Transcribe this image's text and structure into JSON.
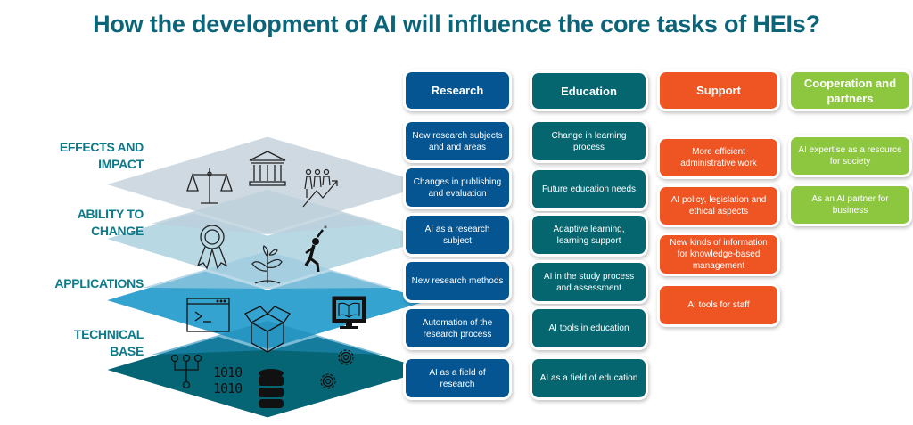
{
  "title": "How the development of AI will influence the core tasks of HEIs?",
  "colors": {
    "title": "#0b6478",
    "layer_label": "#0b7a8a",
    "research": "#045591",
    "education": "#05666f",
    "support": "#ef5423",
    "cooperation": "#8dc63f",
    "layer_effects": "#cfd9e1",
    "layer_ability": "#b8d8e4",
    "layer_applications": "#34a3cf",
    "layer_technical": "#066575"
  },
  "layers": [
    {
      "label_line1": "EFFECTS AND",
      "label_line2": "IMPACT",
      "icons": [
        "scales-of-justice-icon",
        "institution-building-icon",
        "people-growth-chart-icon"
      ]
    },
    {
      "label_line1": "ABILITY TO",
      "label_line2": "CHANGE",
      "icons": [
        "award-ribbon-icon",
        "growing-plant-icon",
        "reaching-star-person-icon"
      ]
    },
    {
      "label_line1": "APPLICATIONS",
      "label_line2": "",
      "icons": [
        "terminal-window-icon",
        "open-box-icon",
        "monitor-book-icon"
      ]
    },
    {
      "label_line1": "TECHNICAL",
      "label_line2": "BASE",
      "icons": [
        "hierarchy-network-icon",
        "binary-code-icon",
        "database-icon",
        "gears-icon"
      ]
    }
  ],
  "columns": {
    "research": {
      "header": "Research",
      "items": [
        "New research subjects and and areas",
        "Changes in publishing and evaluation",
        "AI as a research subject",
        "New research methods",
        "Automation of the research process",
        "AI as a field of research"
      ]
    },
    "education": {
      "header": "Education",
      "items": [
        "Change in learning process",
        "Future education needs",
        "Adaptive learning, learning support",
        "AI in the study process and assessment",
        "AI tools in education",
        "AI as a field of education"
      ]
    },
    "support": {
      "header": "Support",
      "items": [
        "More efficient administrative work",
        "AI policy, legislation and ethical  aspects",
        "New kinds of information for knowledge-based management",
        "AI tools for staff"
      ]
    },
    "cooperation": {
      "header": "Cooperation and partners",
      "items": [
        "AI expertise as a resource for society",
        "As an AI partner for business"
      ]
    }
  }
}
